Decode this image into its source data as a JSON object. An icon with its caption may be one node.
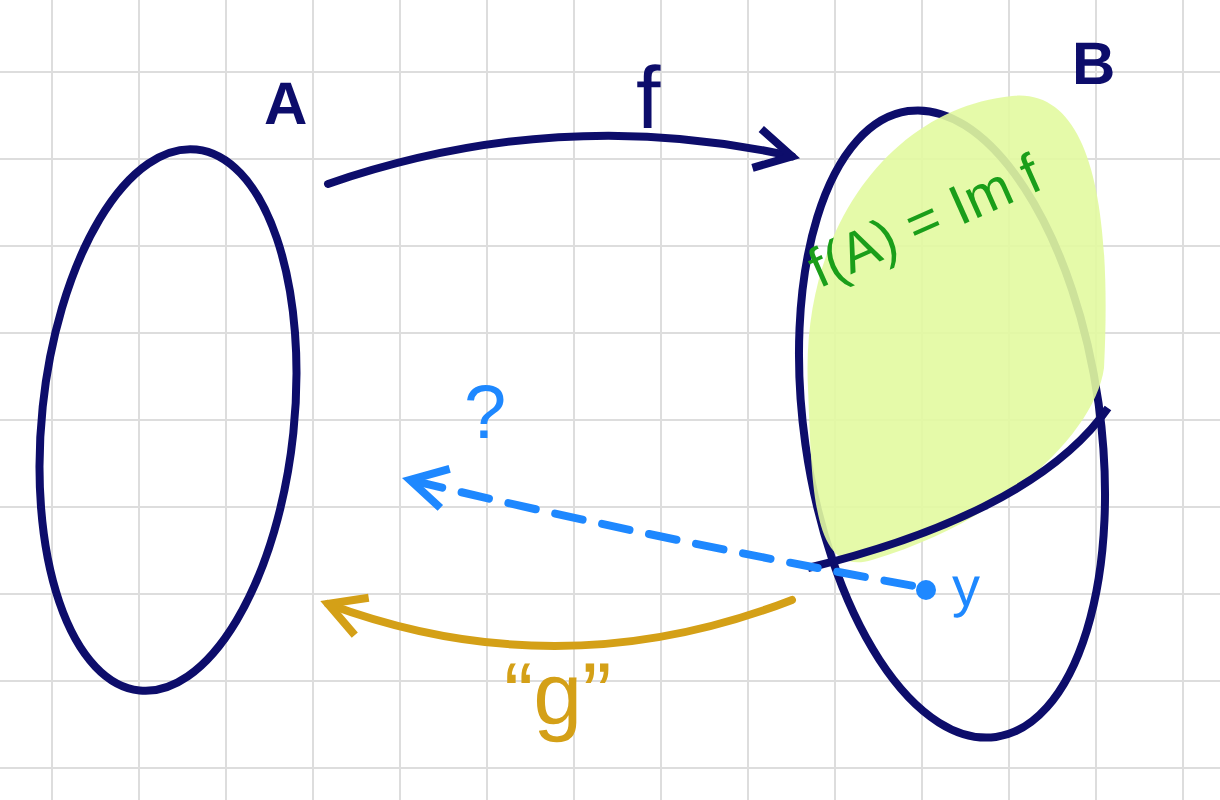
{
  "diagram": {
    "nodes": [
      {
        "text": [
          "A"
        ]
      },
      {
        "text": [
          "B"
        ]
      },
      {
        "text": [
          "f(A) = Im f"
        ],
        "in": 1
      },
      {
        "text": [
          "y"
        ],
        "in": 1
      }
    ],
    "edges": [
      {
        "from": 0,
        "to": 1,
        "arrow": "to",
        "label": "f"
      },
      {
        "from": 3,
        "to": null,
        "arrow": "to",
        "label": "?",
        "style": "dashed",
        "color": "#1e88ff"
      },
      {
        "from": 1,
        "to": 0,
        "arrow": "to",
        "label": "“g”",
        "color": "#d4a017"
      }
    ]
  }
}
